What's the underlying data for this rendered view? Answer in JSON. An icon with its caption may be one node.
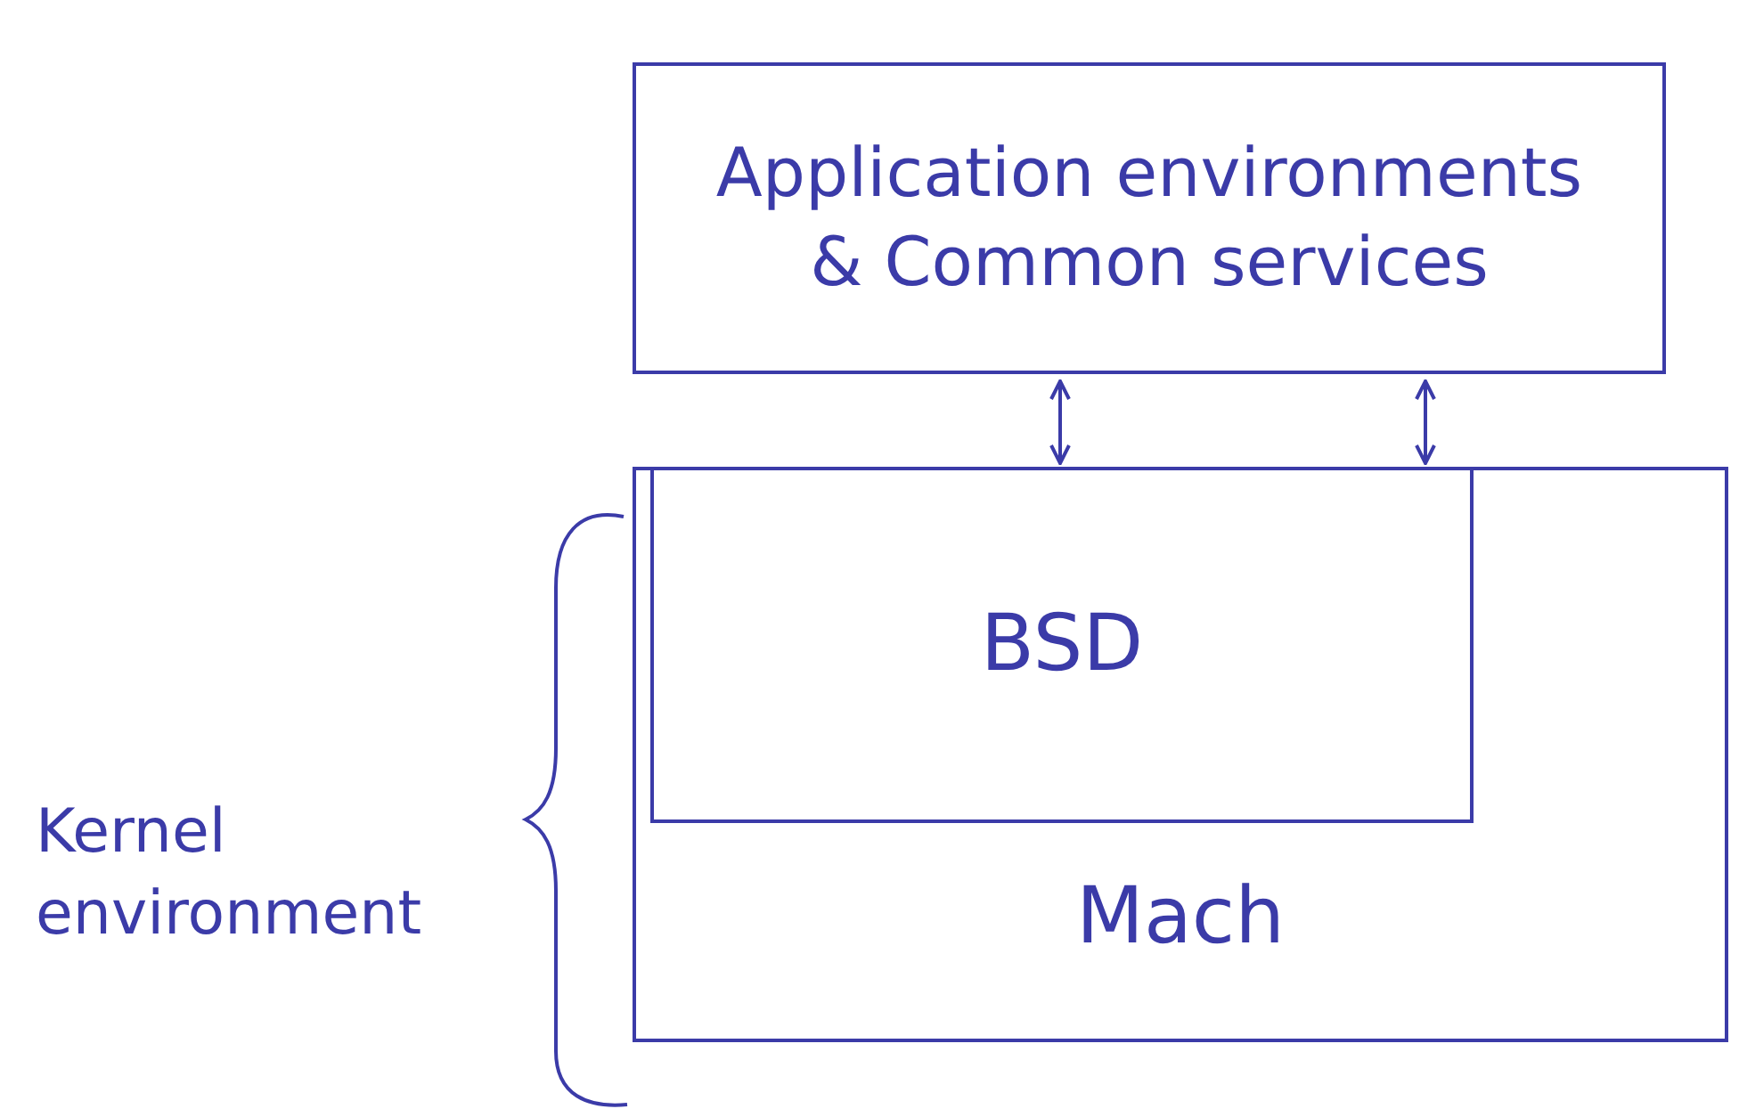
{
  "diagram": {
    "nodes": [
      {
        "text": [
          "Application environments & Common services"
        ]
      },
      {
        "text": [
          "Mach"
        ]
      },
      {
        "text": [
          "BSD"
        ],
        "in": 1
      }
    ],
    "edges": [
      {
        "from": 0,
        "to": 2,
        "arrow": "both"
      },
      {
        "from": 0,
        "to": 2,
        "arrow": "both"
      }
    ],
    "labels": [
      "Kernel environment"
    ]
  }
}
